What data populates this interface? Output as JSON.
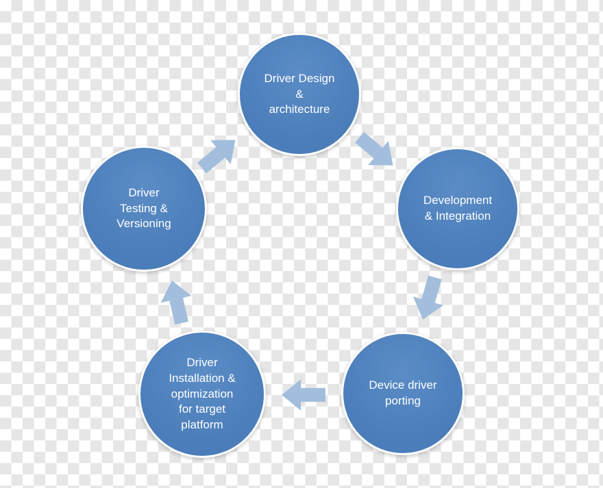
{
  "diagram": {
    "type": "cycle",
    "nodes": [
      {
        "id": "design",
        "label": "Driver Design\n&\narchitecture"
      },
      {
        "id": "development",
        "label": "Development\n& Integration"
      },
      {
        "id": "porting",
        "label": "Device driver\nporting"
      },
      {
        "id": "installation",
        "label": "Driver\nInstallation &\noptimization\nfor target\nplatform"
      },
      {
        "id": "testing",
        "label": "Driver\nTesting &\nVersioning"
      }
    ],
    "edges": [
      {
        "from": "design",
        "to": "development"
      },
      {
        "from": "development",
        "to": "porting"
      },
      {
        "from": "porting",
        "to": "installation"
      },
      {
        "from": "installation",
        "to": "testing"
      },
      {
        "from": "testing",
        "to": "design"
      }
    ],
    "colors": {
      "node_fill": "#4a7db9",
      "node_highlight": "#5b8cc6",
      "node_text": "#ffffff",
      "arrow_fill": "#a3bedd",
      "checker_light": "#ffffff",
      "checker_dark": "#e6e6e6"
    }
  }
}
